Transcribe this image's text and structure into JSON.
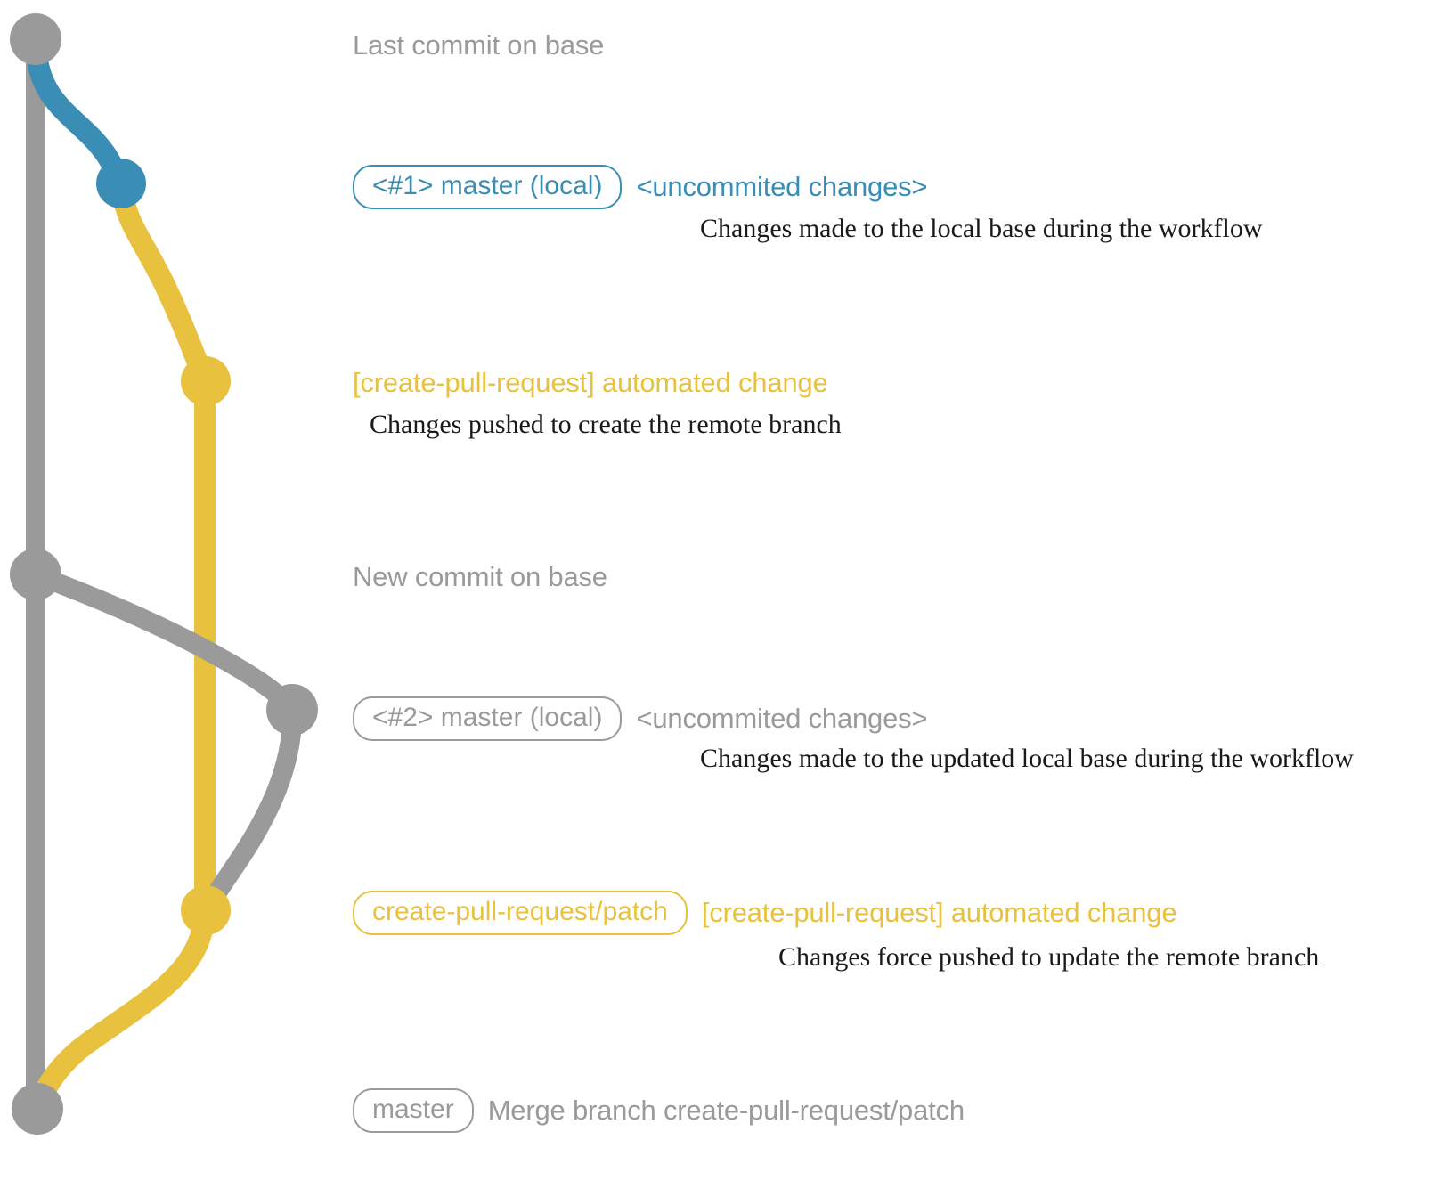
{
  "diagram": {
    "title": "git commit graph for create-pull-request workflow",
    "colors": {
      "gray": "#9a9a9a",
      "blue": "#3a8db5",
      "yellow": "#e8c13f",
      "note_text": "#1a1a1a",
      "background": "#ffffff"
    }
  },
  "rows": [
    {
      "id": "last-commit-on-base",
      "badge": null,
      "subject": "Last commit on base",
      "subject_color": "gray",
      "note": null
    },
    {
      "id": "master-local-1",
      "badge": "<#1> master (local)",
      "badge_color": "blue",
      "subject": "<uncommited changes>",
      "subject_color": "blue",
      "note": "Changes made to the local base during the workflow"
    },
    {
      "id": "automated-change-1",
      "badge": null,
      "subject": "[create-pull-request] automated change",
      "subject_color": "yellow",
      "note": "Changes pushed to create the remote branch"
    },
    {
      "id": "new-commit-on-base",
      "badge": null,
      "subject": "New commit on base",
      "subject_color": "gray",
      "note": null
    },
    {
      "id": "master-local-2",
      "badge": "<#2> master (local)",
      "badge_color": "gray",
      "subject": "<uncommited changes>",
      "subject_color": "gray",
      "note": "Changes made to the updated local base during the workflow"
    },
    {
      "id": "automated-change-2",
      "badge": "create-pull-request/patch",
      "badge_color": "yellow",
      "subject": "[create-pull-request] automated change",
      "subject_color": "yellow",
      "note": "Changes force pushed to update the remote branch"
    },
    {
      "id": "merge-commit",
      "badge": "master",
      "badge_color": "gray",
      "subject": "Merge branch create-pull-request/patch",
      "subject_color": "gray",
      "note": null
    }
  ]
}
